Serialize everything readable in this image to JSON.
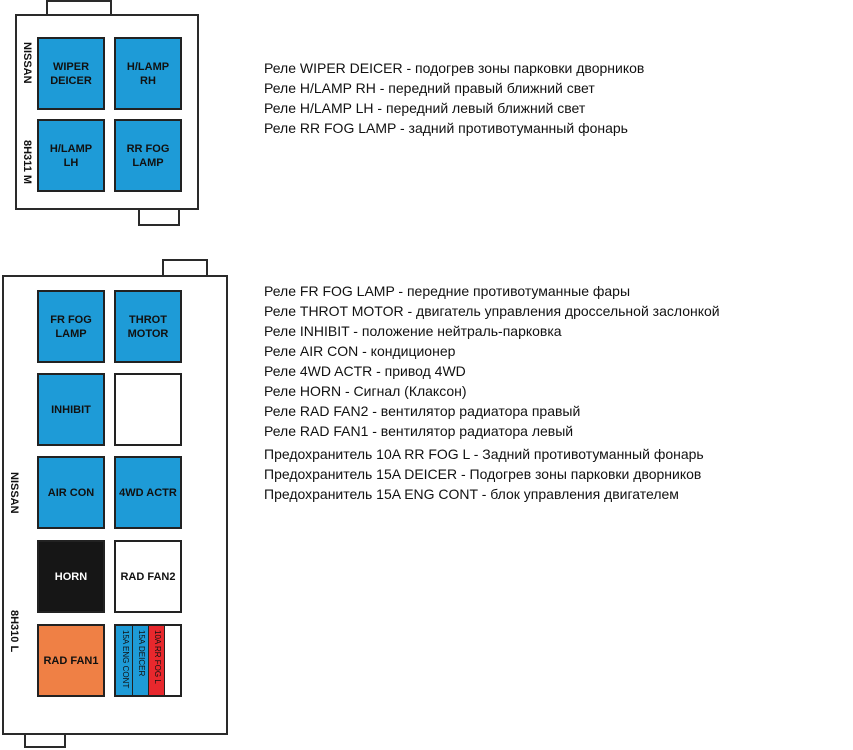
{
  "top_block": {
    "brand": "NISSAN",
    "code": "8H311 M",
    "relays": {
      "wiper_deicer": "WIPER\nDEICER",
      "hlamp_rh": "H/LAMP\nRH",
      "hlamp_lh": "H/LAMP\nLH",
      "rr_fog_lamp": "RR FOG\nLAMP"
    }
  },
  "bottom_block": {
    "brand": "NISSAN",
    "code": "8H310 L",
    "relays": {
      "fr_fog_lamp": "FR FOG\nLAMP",
      "throt_motor": "THROT\nMOTOR",
      "inhibit": "INHIBIT",
      "empty": "",
      "air_con": "AIR CON",
      "4wd_actr": "4WD ACTR",
      "horn": "HORN",
      "rad_fan2": "RAD FAN2",
      "rad_fan1": "RAD FAN1"
    },
    "fuses": [
      {
        "label": "15A  ENG CONT",
        "color": "blue"
      },
      {
        "label": "15A  DEICER",
        "color": "blue"
      },
      {
        "label": "10A  RR FOG L",
        "color": "red"
      },
      {
        "label": "",
        "color": "white"
      }
    ]
  },
  "top_descriptions": [
    "Реле WIPER DEICER - подогрев зоны парковки дворников",
    "Реле H/LAMP RH - передний правый ближний свет",
    "Реле H/LAMP LH - передний левый ближний свет",
    "Реле RR FOG LAMP - задний противотуманный фонарь"
  ],
  "bottom_relay_descriptions": [
    "Реле FR FOG LAMP - передние противотуманные фары",
    "Реле THROT MOTOR - двигатель управления дроссельной заслонкой",
    "Реле INHIBIT - положение нейтраль-парковка",
    "Реле AIR CON - кондиционер",
    "Реле 4WD ACTR - привод 4WD",
    "Реле HORN - Сигнал (Клаксон)",
    "Реле RAD FAN2 - вентилятор радиатора правый",
    "Реле RAD FAN1 - вентилятор радиатора левый"
  ],
  "fuse_descriptions": [
    "Предохранитель 10A RR FOG L - Задний противотуманный фонарь",
    "Предохранитель 15A DEICER - Подогрев зоны парковки дворников",
    "Предохранитель 15A ENG CONT - блок управления двигателем"
  ],
  "colors": {
    "relay_blue": "#1e9bd7",
    "relay_orange": "#ef8045",
    "relay_black": "#161616",
    "fuse_red": "#e8282d"
  }
}
